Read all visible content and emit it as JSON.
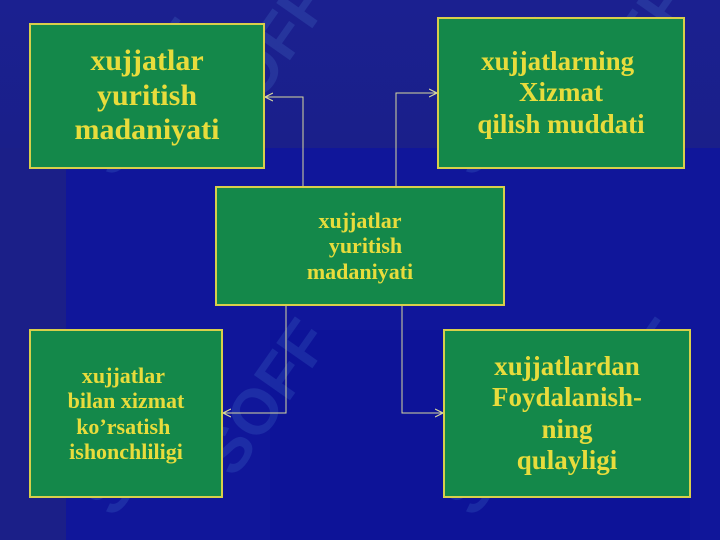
{
  "colors": {
    "background": "#1a1e8c",
    "box_fill": "#14884a",
    "box_border": "#d8cf4a",
    "box_text": "#e8dc3c",
    "connector": "#d8d8a0"
  },
  "watermark": "SOFF",
  "center": {
    "lines": [
      "xujjatlar",
      "  yuritish",
      "madaniyati"
    ]
  },
  "top_left": {
    "lines": [
      "xujjatlar",
      "yuritish",
      "madaniyati"
    ]
  },
  "top_right": {
    "lines": [
      "xujjatlarning ",
      "Xizmat",
      "qilish muddati"
    ]
  },
  "bottom_left": {
    "lines": [
      "xujjatlar ",
      "bilan xizmat",
      "ko’rsatish ",
      "ishonchliligi"
    ]
  },
  "bottom_right": {
    "lines": [
      "xujjatlardan",
      "Foydalanish-",
      "ning",
      "qulayligi"
    ]
  }
}
